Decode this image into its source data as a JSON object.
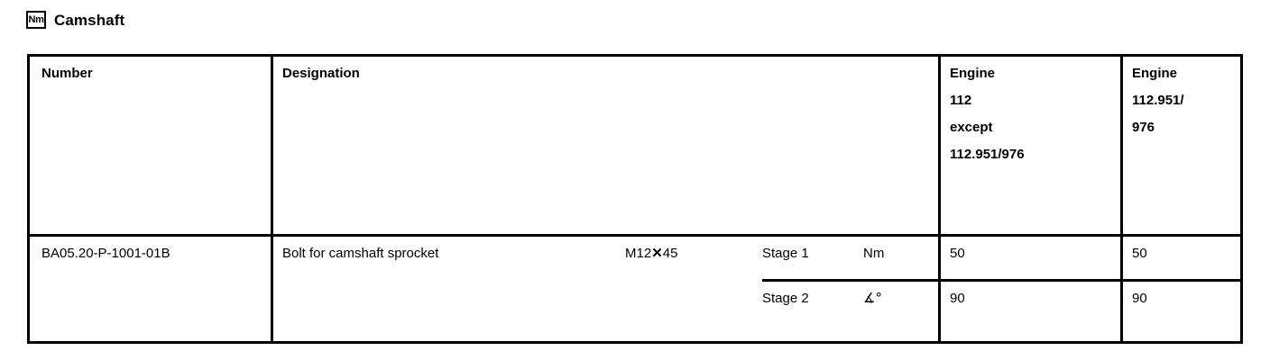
{
  "section": {
    "unit_badge": "Nm",
    "badge_icon": "torque-unit-icon",
    "title": "Camshaft"
  },
  "table": {
    "headers": {
      "number": [
        "Number"
      ],
      "designation": [
        "Designation"
      ],
      "engine_a": [
        "Engine",
        "112",
        "except",
        "112.951/976"
      ],
      "engine_b": [
        "Engine",
        "112.951/",
        "976"
      ]
    },
    "rows": [
      {
        "number": "BA05.20-P-1001-01B",
        "designation": "Bolt for camshaft sprocket",
        "size_prefix": "M12",
        "size_cross": "✕",
        "size_suffix": "45",
        "stages": [
          {
            "label": "Stage 1",
            "unit": "Nm",
            "engine_a": "50",
            "engine_b": "50"
          },
          {
            "label": "Stage 2",
            "unit": "∡°",
            "engine_a": "90",
            "engine_b": "90"
          }
        ]
      }
    ]
  },
  "colors": {
    "text": "#000000",
    "background": "#ffffff",
    "rule": "#000000"
  }
}
